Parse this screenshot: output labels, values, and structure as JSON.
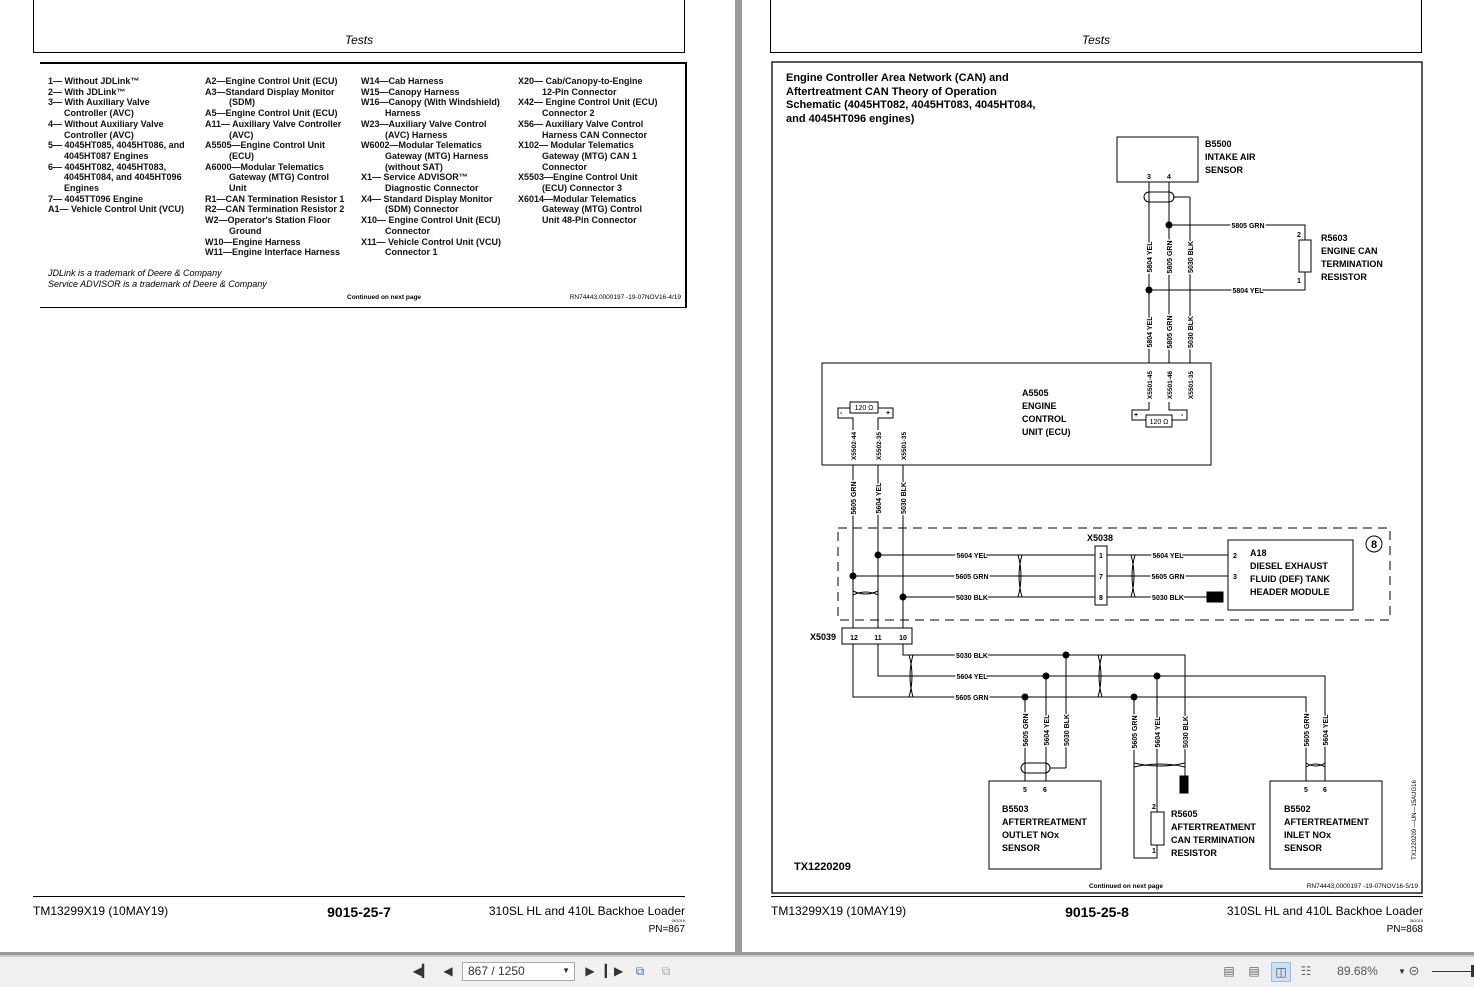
{
  "pages": [
    {
      "header": "Tests",
      "legend": {
        "columns": [
          [
            "1— Without JDLink™",
            "2— With JDLink™",
            "3— With Auxiliary Valve\nController (AVC)",
            "4— Without Auxiliary Valve\nController (AVC)",
            "5— 4045HT085, 4045HT086, and\n4045HT087 Engines",
            "6— 4045HT082, 4045HT083,\n4045HT084, and 4045HT096\nEngines",
            "7— 4045TT096 Engine",
            "A1— Vehicle Control Unit (VCU)"
          ],
          [
            "A2—Engine Control Unit (ECU)",
            "A3—Standard Display Monitor\n(SDM)",
            "A5—Engine Control Unit (ECU)",
            "A11— Auxiliary Valve Controller\n(AVC)",
            "A5505—Engine Control Unit\n(ECU)",
            "A6000—Modular Telematics\nGateway (MTG) Control\nUnit",
            "R1—CAN Termination Resistor 1",
            "R2—CAN Termination Resistor 2",
            "W2—Operator's Station Floor\nGround",
            "W10—Engine Harness",
            "W11—Engine Interface Harness"
          ],
          [
            "W14—Cab Harness",
            "W15—Canopy Harness",
            "W16—Canopy (With Windshield)\nHarness",
            "W23—Auxiliary Valve Control\n(AVC) Harness",
            "W6002—Modular Telematics\nGateway (MTG) Harness\n(without SAT)",
            "X1— Service ADVISOR™\nDiagnostic Connector",
            "X4— Standard Display Monitor\n(SDM) Connector",
            "X10— Engine Control Unit (ECU)\nConnector",
            "X11— Vehicle Control Unit (VCU)\nConnector 1"
          ],
          [
            "X20— Cab/Canopy-to-Engine\n12-Pin Connector",
            "X42— Engine Control Unit (ECU)\nConnector 2",
            "X56— Auxiliary Valve Control\nHarness CAN Connector",
            "X102— Modular Telematics\nGateway (MTG) CAN 1\nConnector",
            "X5503—Engine Control Unit\n(ECU) Connector 3",
            "X6014—Modular Telematics\nGateway (MTG) Control\nUnit 48-Pin Connector"
          ]
        ],
        "trademarks": [
          "JDLink is a trademark of Deere & Company",
          "Service ADVISOR is a trademark of Deere & Company"
        ],
        "continued": "Continued on next page",
        "ref": "RN74443,0000197 -19-07NOV16-4/19"
      },
      "footer": {
        "doc": "TM13299X19 (10MAY19)",
        "page": "9015-25-7",
        "title": "310SL HL and 410L Backhoe Loader",
        "tiny": "061019",
        "pn": "PN=867"
      }
    },
    {
      "header": "Tests",
      "title_lines": [
        "Engine Controller Area Network (CAN) and",
        "Aftertreatment CAN Theory of Operation",
        "Schematic (4045HT082, 4045HT083, 4045HT084,",
        "and 4045HT096 engines)"
      ],
      "diagram": {
        "b5500": [
          "B5500",
          "INTAKE AIR",
          "SENSOR"
        ],
        "b5500_pins": [
          "3",
          "4"
        ],
        "r5603": [
          "R5603",
          "ENGINE CAN",
          "TERMINATION",
          "RESISTOR"
        ],
        "r5603_pins": [
          "2",
          "1"
        ],
        "wire_yel": "5804 YEL",
        "wire_grn": "5805 GRN",
        "wire_blk": "5030 BLK",
        "ecu": [
          "A5505",
          "ENGINE",
          "CONTROL",
          "UNIT (ECU)"
        ],
        "ecu_pins_right": [
          "X5501-45",
          "X5501-46",
          "X5501-35"
        ],
        "ecu_pins_left": [
          "X5502-44",
          "X5502-35",
          "X5501-35"
        ],
        "resistor": "120 Ω",
        "plus": "+",
        "minus": "-",
        "wire_at_yel": "5604 YEL",
        "wire_at_grn": "5605 GRN",
        "wire_at_blk": "5030 BLK",
        "x5038": "X5038",
        "x5038_pins": [
          "1",
          "7",
          "8"
        ],
        "a18": [
          "A18",
          "DIESEL EXHAUST",
          "FLUID (DEF) TANK",
          "HEADER MODULE"
        ],
        "a18_pins": [
          "2",
          "3"
        ],
        "callout": "8",
        "x5039": "X5039",
        "x5039_pins": [
          "12",
          "11",
          "10"
        ],
        "b5503": [
          "B5503",
          "AFTERTREATMENT",
          "OUTLET NOx",
          "SENSOR"
        ],
        "b5503_pins": [
          "5",
          "6"
        ],
        "r5605": [
          "R5605",
          "AFTERTREATMENT",
          "CAN TERMINATION",
          "RESISTOR"
        ],
        "r5605_pins": [
          "2",
          "1"
        ],
        "b5502": [
          "B5502",
          "AFTERTREATMENT",
          "INLET NOx",
          "SENSOR"
        ],
        "b5502_pins": [
          "5",
          "6"
        ],
        "figure_id": "TX1220209",
        "figure_side": "TX1220209 —UN—15AUG16"
      },
      "continued": "Continued on next page",
      "ref": "RN74443,0000197 -19-07NOV16-5/19",
      "footer": {
        "doc": "TM13299X19 (10MAY19)",
        "page": "9015-25-8",
        "title": "310SL HL and 410L Backhoe Loader",
        "tiny": "061019",
        "pn": "PN=868"
      }
    }
  ],
  "toolbar": {
    "page_value": "867 / 1250",
    "zoom": "89.68%",
    "icons": [
      "first-page-icon",
      "prev-page-icon",
      "next-page-icon",
      "last-page-icon",
      "back-view-icon",
      "forward-view-icon",
      "single-page-icon",
      "continuous-icon",
      "two-page-icon",
      "two-page-continuous-icon",
      "zoom-out-icon"
    ]
  }
}
